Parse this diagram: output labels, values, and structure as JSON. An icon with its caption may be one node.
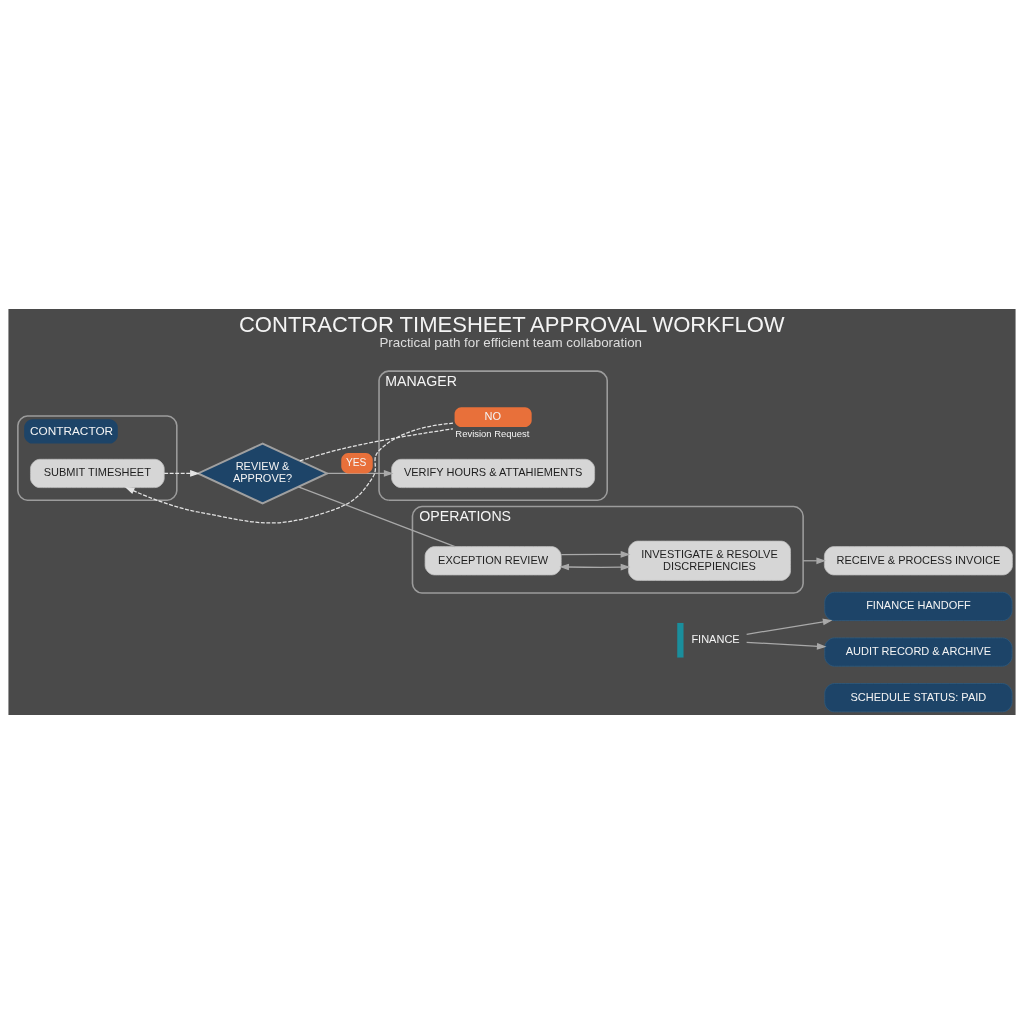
{
  "diagram": {
    "title": "CONTRACTOR TIMESHEET APPROVAL WORKFLOW",
    "caption": "Practical path for efficient team collaboration",
    "nodes": [
      {
        "text": [
          "CONTRACTOR"
        ]
      },
      {
        "text": [
          "SUBMIT TIMESHEET"
        ],
        "in": 0
      },
      {
        "text": [
          "REVIEW & APPROVE?"
        ]
      },
      {
        "text": [
          "NO"
        ],
        "beside": [
          "Revision Request"
        ],
        "in": 4
      },
      {
        "text": [
          "MANAGER"
        ]
      },
      {
        "text": [
          "VERIFY HOURS & ATTAHIEMENTS"
        ],
        "in": 4
      },
      {
        "text": [
          "OPERATIONS"
        ]
      },
      {
        "text": [
          "EXCEPTION REVIEW"
        ],
        "in": 6
      },
      {
        "text": [
          "INVESTIGATE & RESOLVE DISCREPIENCIES"
        ],
        "in": 6
      },
      {
        "text": [
          "RECEIVE & PROCESS INVOICE"
        ]
      },
      {
        "text": [
          "FINANCE"
        ]
      },
      {
        "text": [
          "FINANCE HANDOFF"
        ]
      },
      {
        "text": [
          "SCHEDULE STATUS: PAID"
        ]
      },
      {
        "text": [
          "AUDIT RECORD & ARCHIVE"
        ]
      }
    ],
    "edges": [
      {
        "from": 1,
        "to": 2,
        "arrow": "to",
        "style": "dashed"
      },
      {
        "from": 2,
        "to": 3,
        "arrow": "none",
        "style": "dashed"
      },
      {
        "from": 3,
        "to": 1,
        "arrow": "to",
        "style": "dashed"
      },
      {
        "from": 2,
        "to": 5,
        "arrow": "to",
        "label": "YES"
      },
      {
        "from": 2,
        "to": 7,
        "arrow": "none"
      },
      {
        "from": 7,
        "to": 8,
        "arrow": "both"
      },
      {
        "from": 7,
        "to": 8,
        "arrow": "to"
      },
      {
        "from": 6,
        "to": 9,
        "arrow": "to"
      },
      {
        "from": 10,
        "to": 11,
        "arrow": "to"
      },
      {
        "from": 10,
        "to": 13,
        "arrow": "to"
      }
    ]
  }
}
